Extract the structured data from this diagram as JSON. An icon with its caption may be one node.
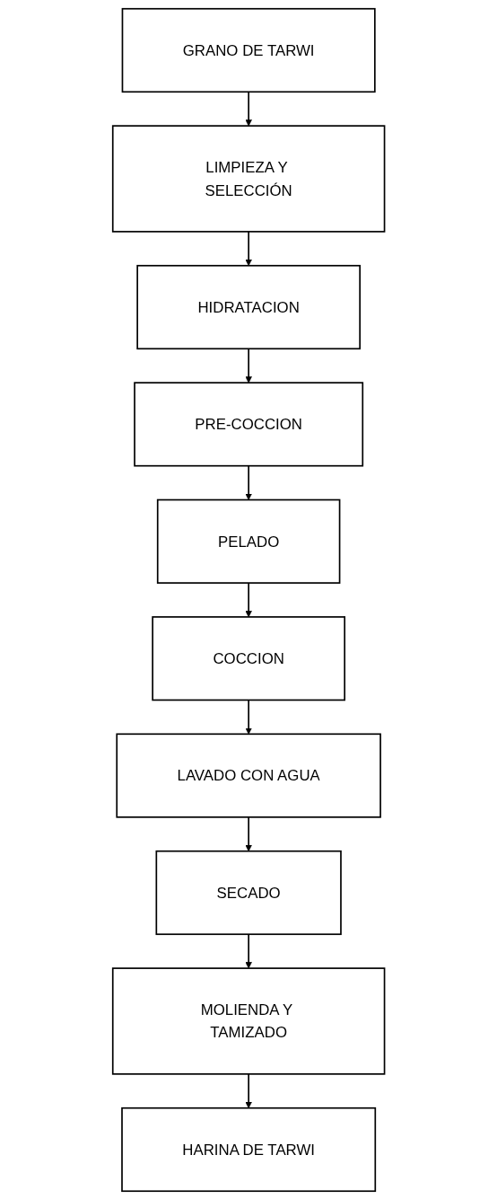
{
  "diagram": {
    "nodes": [
      {
        "text": [
          "GRANO DE TARWI"
        ]
      },
      {
        "text": [
          "LIMPIEZA Y SELECCIÓN"
        ]
      },
      {
        "text": [
          "HIDRATACION"
        ]
      },
      {
        "text": [
          "PRE-COCCION"
        ]
      },
      {
        "text": [
          "PELADO"
        ]
      },
      {
        "text": [
          "COCCION"
        ]
      },
      {
        "text": [
          "LAVADO CON AGUA"
        ]
      },
      {
        "text": [
          "SECADO"
        ]
      },
      {
        "text": [
          "MOLIENDA Y TAMIZADO"
        ]
      },
      {
        "text": [
          "HARINA DE TARWI"
        ]
      }
    ],
    "edges": [
      {
        "from": 0,
        "to": 1,
        "arrow": "to"
      },
      {
        "from": 1,
        "to": 2,
        "arrow": "to"
      },
      {
        "from": 2,
        "to": 3,
        "arrow": "to"
      },
      {
        "from": 3,
        "to": 4,
        "arrow": "to"
      },
      {
        "from": 4,
        "to": 5,
        "arrow": "to"
      },
      {
        "from": 5,
        "to": 6,
        "arrow": "to"
      },
      {
        "from": 6,
        "to": 7,
        "arrow": "to"
      },
      {
        "from": 7,
        "to": 8,
        "arrow": "to"
      },
      {
        "from": 8,
        "to": 9,
        "arrow": "to"
      }
    ]
  }
}
